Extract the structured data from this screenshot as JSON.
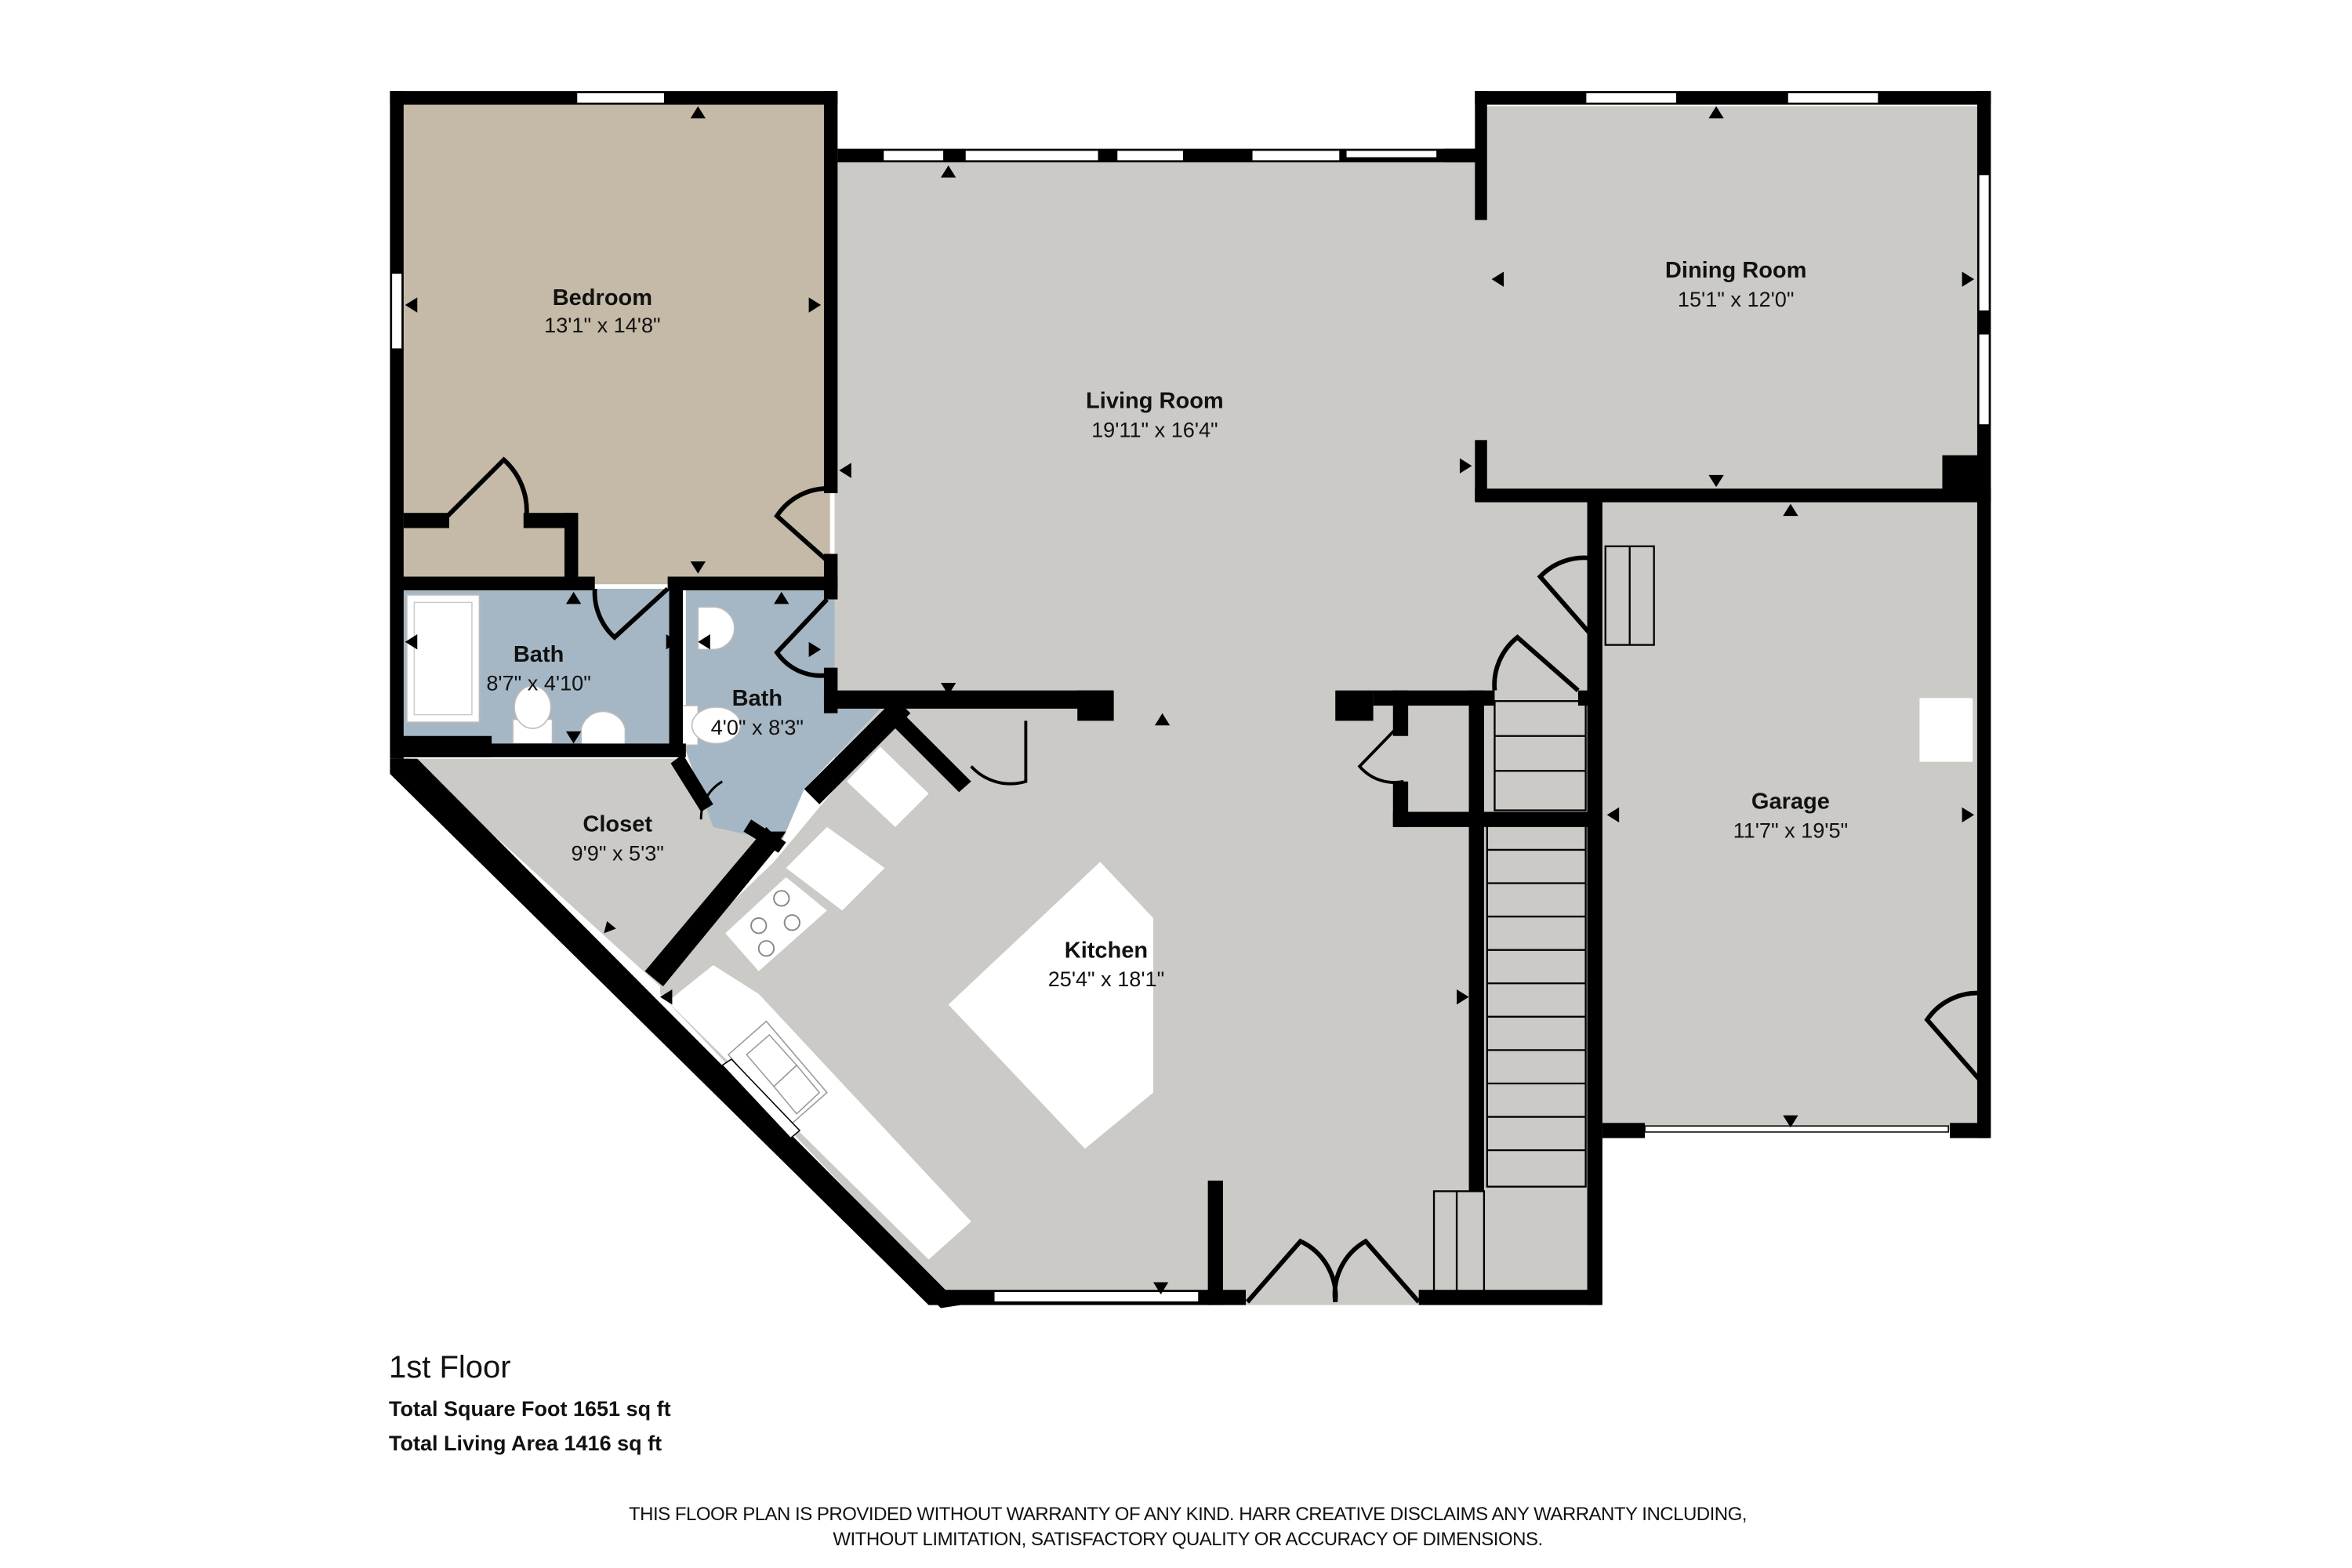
{
  "floor": {
    "title": "1st Floor",
    "total_square_foot": "Total Square Foot 1651 sq ft",
    "total_living_area": "Total Living Area 1416 sq ft"
  },
  "rooms": [
    {
      "name": "Bedroom",
      "dimensions": "13'1\" x 14'8\""
    },
    {
      "name": "Living Room",
      "dimensions": "19'11\" x 16'4\""
    },
    {
      "name": "Dining Room",
      "dimensions": "15'1\" x 12'0\""
    },
    {
      "name": "Bath",
      "dimensions": "8'7\" x 4'10\""
    },
    {
      "name": "Bath",
      "dimensions": "4'0\" x 8'3\""
    },
    {
      "name": "Closet",
      "dimensions": "9'9\" x 5'3\""
    },
    {
      "name": "Kitchen",
      "dimensions": "25'4\" x 18'1\""
    },
    {
      "name": "Garage",
      "dimensions": "11'7\" x 19'5\""
    }
  ],
  "disclaimer": {
    "line1": "THIS FLOOR PLAN IS PROVIDED WITHOUT WARRANTY OF ANY KIND. HARR CREATIVE DISCLAIMS ANY WARRANTY INCLUDING,",
    "line2": "WITHOUT LIMITATION, SATISFACTORY QUALITY OR ACCURACY OF DIMENSIONS."
  },
  "colors": {
    "wall": "#000000",
    "floor_default": "#cbcac6",
    "bedroom": "#c5baa7",
    "bath": "#a5b7c4",
    "fixture": "#ffffff"
  }
}
